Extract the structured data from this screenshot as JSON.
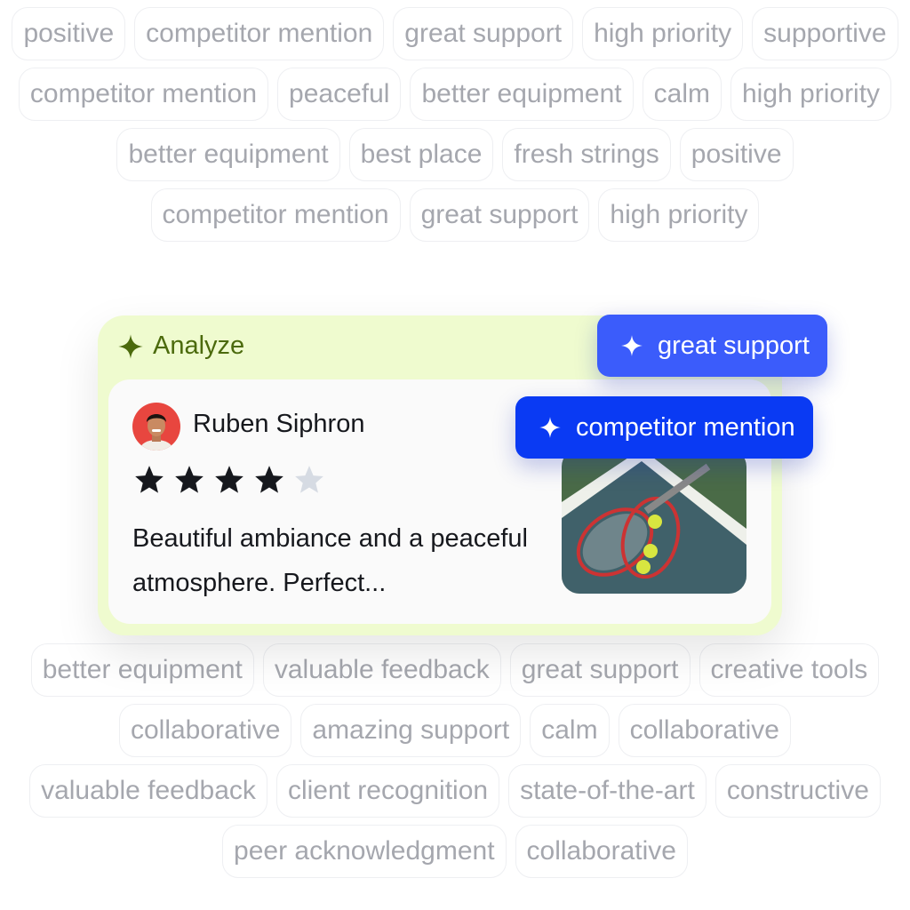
{
  "background_tags": [
    [
      "positive",
      "competitor mention",
      "great support",
      "high priority"
    ],
    [
      "supportive",
      "competitor mention",
      "peaceful",
      "better equipment",
      "calm"
    ],
    [
      "high priority",
      "better equipment",
      "best place",
      "fresh strings"
    ],
    [
      "positive",
      "competitor mention",
      "great support",
      "high priority"
    ],
    [
      "better equipment",
      "valuable feedback",
      "great support"
    ],
    [
      "creative tools",
      "collaborative",
      "amazing support"
    ],
    [
      "calm",
      "collaborative",
      "valuable feedback",
      "client recognition"
    ],
    [
      "state-of-the-art",
      "constructive",
      "peer acknowledgment",
      "collaborative"
    ]
  ],
  "card": {
    "header_label": "Analyze",
    "header_icon": "sparkle-icon",
    "review": {
      "author": "Ruben Siphron",
      "rating": 4,
      "rating_max": 5,
      "text": "Beautiful ambiance and a peaceful atmosphere. Perfect..."
    }
  },
  "generated_tags": [
    {
      "label": "great support",
      "color": "#3b5cfb"
    },
    {
      "label": "competitor mention",
      "color": "#0a3af3"
    }
  ],
  "colors": {
    "panel": "#effbcf",
    "accent_green": "#4b6a0c",
    "star": "#16181d",
    "star_empty": "#d6dbe3"
  }
}
